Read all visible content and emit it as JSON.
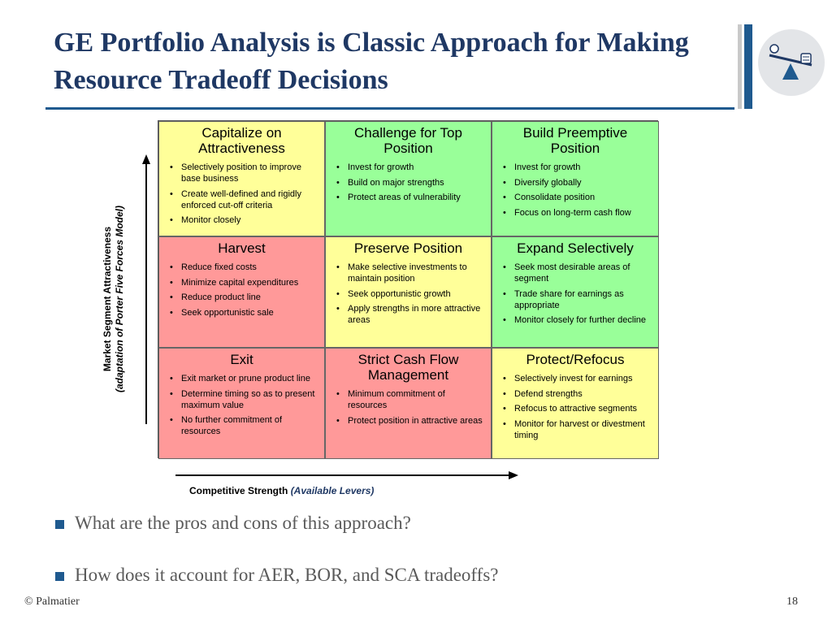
{
  "slide": {
    "title": "GE Portfolio Analysis is Classic Approach for Making Resource Tradeoff Decisions",
    "footer_left": "© Palmatier",
    "page_number": "18"
  },
  "matrix": {
    "y_axis": {
      "label": "Market Segment Attractiveness",
      "sublabel": "(adaptation of Porter Five Forces Model)"
    },
    "x_axis": {
      "label": "Competitive Strength",
      "sublabel": "(Available Levers)"
    },
    "cells": [
      {
        "title": "Capitalize on Attractiveness",
        "color": "#ffff99",
        "items": [
          "Selectively position to improve base business",
          "Create well-defined and rigidly enforced cut-off criteria",
          "Monitor closely"
        ]
      },
      {
        "title": "Challenge for Top Position",
        "color": "#99ff99",
        "items": [
          "Invest for growth",
          "Build on major strengths",
          "Protect areas of vulnerability"
        ]
      },
      {
        "title": "Build Preemptive Position",
        "color": "#99ff99",
        "items": [
          "Invest for growth",
          "Diversify globally",
          "Consolidate position",
          "Focus on long-term cash flow"
        ]
      },
      {
        "title": "Harvest",
        "color": "#ff9999",
        "items": [
          "Reduce fixed costs",
          "Minimize capital expenditures",
          "Reduce product line",
          "Seek opportunistic sale"
        ]
      },
      {
        "title": "Preserve Position",
        "color": "#ffff99",
        "items": [
          "Make selective investments to maintain position",
          "Seek opportunistic growth",
          "Apply strengths in more attractive areas"
        ]
      },
      {
        "title": "Expand Selectively",
        "color": "#99ff99",
        "items": [
          "Seek most desirable areas of segment",
          "Trade share for earnings as appropriate",
          "Monitor closely for further decline"
        ]
      },
      {
        "title": "Exit",
        "color": "#ff9999",
        "items": [
          "Exit market or prune product line",
          "Determine timing so as to present maximum value",
          "No further commitment of resources"
        ]
      },
      {
        "title": "Strict Cash Flow Management",
        "color": "#ff9999",
        "items": [
          "Minimum commitment of resources",
          "Protect position in attractive areas"
        ]
      },
      {
        "title": "Protect/Refocus",
        "color": "#ffff99",
        "items": [
          "Selectively invest for earnings",
          "Defend strengths",
          "Refocus to attractive segments",
          "Monitor for harvest or divestment timing"
        ]
      }
    ]
  },
  "questions": [
    "What are the pros and cons of this approach?",
    "How does it account for AER, BOR, and SCA tradeoffs?"
  ],
  "colors": {
    "title": "#1f3864",
    "accent": "#1f5a8f",
    "yellow": "#ffff99",
    "green": "#99ff99",
    "red": "#ff9999"
  },
  "icons": {
    "logo": "seesaw-balance-icon"
  }
}
